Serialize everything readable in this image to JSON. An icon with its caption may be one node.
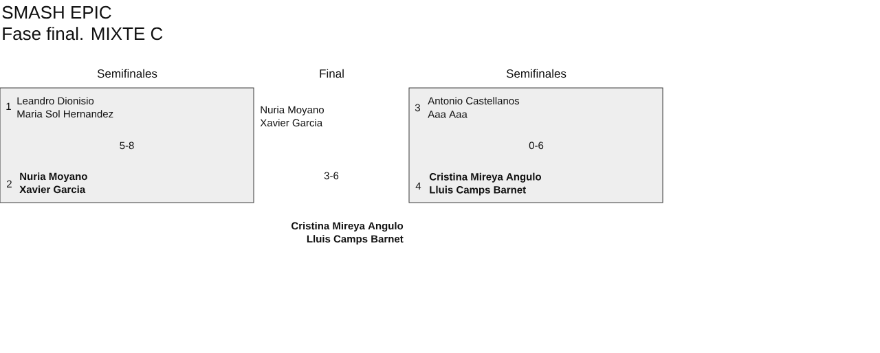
{
  "diagram": {
    "title": "SMASH EPIC",
    "nodes": [
      {
        "text": [
          "1",
          "Leandro Dionisio",
          "Maria Sol Hernandez",
          "5-8",
          "2",
          "Nuria Moyano",
          "Xavier Garcia"
        ]
      },
      {
        "text": [
          "3",
          "Antonio Castellanos",
          "Aaa Aaa",
          "0-6",
          "4",
          "Cristina Mireya Angulo",
          "Lluis Camps Barnet"
        ]
      }
    ],
    "labels": [
      "Fase final. MIXTE C",
      "Semifinales",
      "Final",
      "Semifinales",
      "Nuria Moyano",
      "Xavier Garcia",
      "3-6",
      "Cristina Mireya Angulo",
      "Lluis Camps Barnet"
    ]
  }
}
